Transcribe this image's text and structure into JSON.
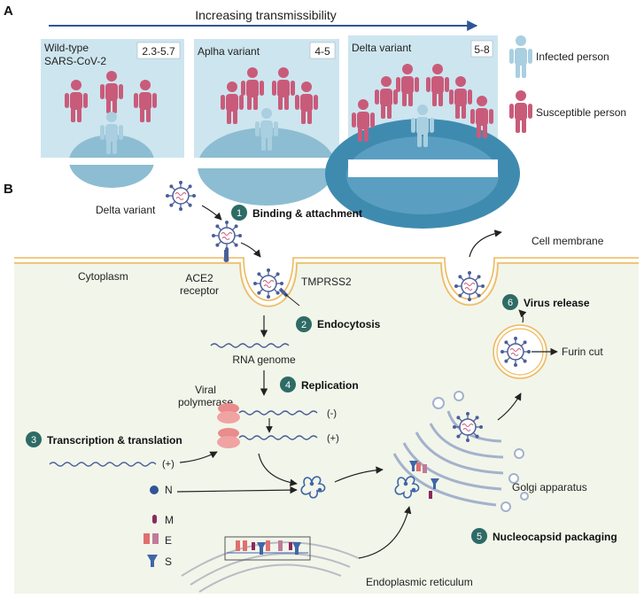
{
  "panel_a": {
    "letter": "A",
    "arrow_label": "Increasing transmissibility",
    "panels": [
      {
        "name": "Wild-type\nSARS-CoV-2",
        "name_line1": "Wild-type",
        "name_line2": "SARS-CoV-2",
        "r0": "2.3-5.7"
      },
      {
        "name": "Aplha variant",
        "r0": "4-5"
      },
      {
        "name": "Delta variant",
        "r0": "5-8"
      }
    ],
    "legend": {
      "infected": "Infected person",
      "susceptible": "Susceptible person"
    }
  },
  "panel_b": {
    "letter": "B",
    "labels": {
      "delta_variant": "Delta variant",
      "cell_membrane": "Cell membrane",
      "cytoplasm": "Cytoplasm",
      "ace2_line1": "ACE2",
      "ace2_line2": "receptor",
      "tmprss2": "TMPRSS2",
      "rna_genome": "RNA genome",
      "viral_pol_line1": "Viral",
      "viral_pol_line2": "polymerase",
      "minus": "(-)",
      "plus": "(+)",
      "plus2": "(+)",
      "n": "N",
      "m": "M",
      "e": "E",
      "s": "S",
      "golgi": "Golgi apparatus",
      "er": "Endoplasmic reticulum",
      "furin": "Furin cut"
    },
    "steps": [
      {
        "num": "1",
        "text": "Binding & attachment"
      },
      {
        "num": "2",
        "text": "Endocytosis"
      },
      {
        "num": "3",
        "text": "Transcription & translation"
      },
      {
        "num": "4",
        "text": "Replication"
      },
      {
        "num": "5",
        "text": "Nucleocapsid packaging"
      },
      {
        "num": "6",
        "text": "Virus release"
      }
    ]
  },
  "colors": {
    "susceptible": "#c95b7a",
    "infected": "#a9cfe0",
    "step_badge": "#2e6b66",
    "virus": "#4a5f98"
  }
}
